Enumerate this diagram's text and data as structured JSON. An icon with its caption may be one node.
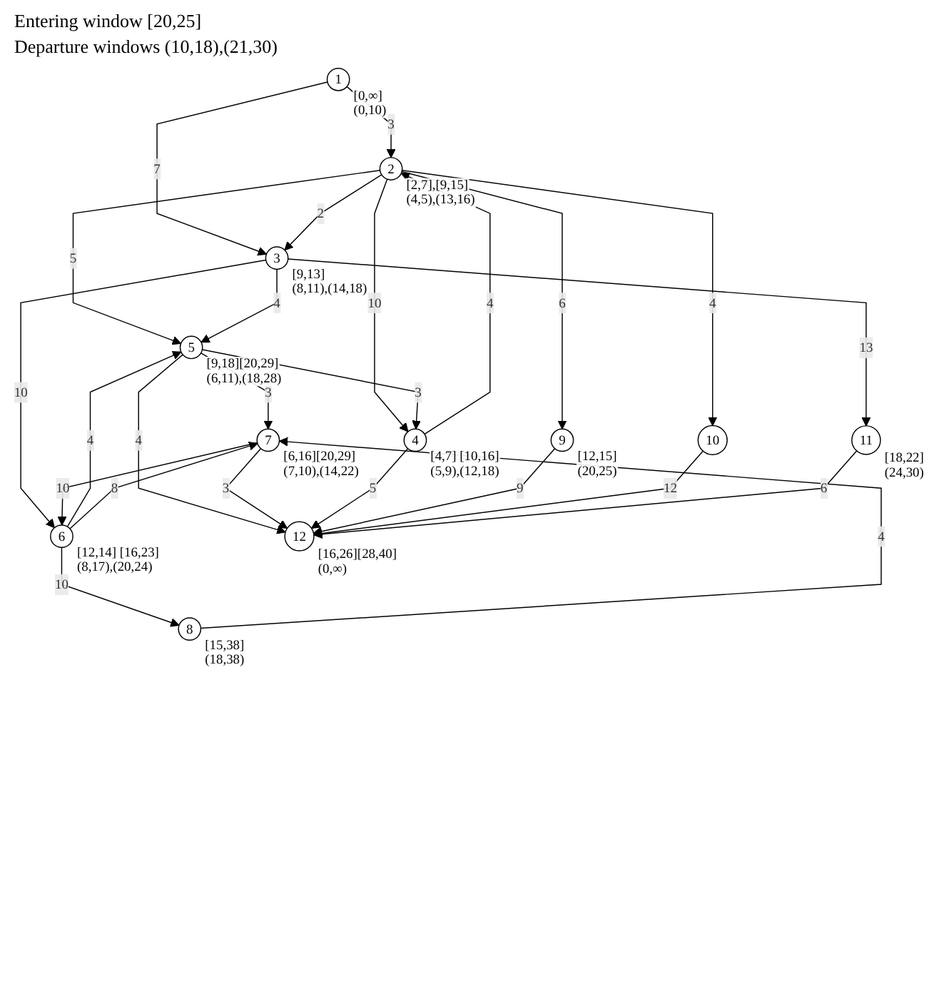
{
  "diagram": {
    "nodes": [
      {
        "text": [
          "1"
        ],
        "beside": [
          "[0,∞]",
          "(0,10)"
        ]
      },
      {
        "text": [
          "2"
        ],
        "beside": [
          "[2,7],[9,15]",
          "(4,5),(13,16)"
        ]
      },
      {
        "text": [
          "3"
        ],
        "beside": [
          "[9,13]",
          "(8,11),(14,18)"
        ]
      },
      {
        "text": [
          "4"
        ],
        "beside": [
          "[4,7] [10,16]",
          "(5,9),(12,18)"
        ]
      },
      {
        "text": [
          "5"
        ],
        "beside": [
          "[9,18][20,29]",
          "(6,11),(18,28)"
        ]
      },
      {
        "text": [
          "6"
        ],
        "beside": [
          "[12,14] [16,23]",
          "(8,17),(20,24)"
        ]
      },
      {
        "text": [
          "7"
        ],
        "beside": [
          "[6,16][20,29]",
          "(7,10),(14,22)"
        ]
      },
      {
        "text": [
          "8"
        ],
        "beside": [
          "[15,38]",
          "(18,38)"
        ]
      },
      {
        "text": [
          "9"
        ],
        "beside": [
          "[12,15]",
          "(20,25)"
        ]
      },
      {
        "text": [
          "10"
        ]
      },
      {
        "text": [
          "11"
        ],
        "beside": [
          "[18,22]",
          "(24,30)"
        ]
      },
      {
        "text": [
          "12"
        ],
        "beside": [
          "[16,26][28,40]",
          "(0,∞)"
        ]
      }
    ],
    "edges": [
      {
        "from": 0,
        "to": 1,
        "arrow": "to",
        "label": "3"
      },
      {
        "from": 0,
        "to": 2,
        "arrow": "to",
        "label": "7"
      },
      {
        "from": 1,
        "to": 9,
        "arrow": "to",
        "label": "4"
      },
      {
        "from": 1,
        "to": 8,
        "arrow": "to",
        "label": "6"
      },
      {
        "from": 1,
        "to": 3,
        "arrow": "to",
        "label": "10"
      },
      {
        "from": 3,
        "to": 1,
        "arrow": "to",
        "label": "4"
      },
      {
        "from": 1,
        "to": 4,
        "arrow": "to",
        "label": "5"
      },
      {
        "from": 1,
        "to": 2,
        "arrow": "to",
        "label": "2"
      },
      {
        "from": 2,
        "to": 4,
        "arrow": "to",
        "label": "4"
      },
      {
        "from": 2,
        "to": 5,
        "arrow": "to",
        "label": "10"
      },
      {
        "from": 2,
        "to": 10,
        "arrow": "to",
        "label": "13"
      },
      {
        "from": 4,
        "to": 3,
        "arrow": "to",
        "label": "3"
      },
      {
        "from": 4,
        "to": 11,
        "arrow": "to",
        "label": "4"
      },
      {
        "from": 4,
        "to": 6,
        "arrow": "to",
        "label": "3"
      },
      {
        "from": 5,
        "to": 4,
        "arrow": "to",
        "label": "4"
      },
      {
        "from": 5,
        "to": 6,
        "arrow": "to",
        "label": "8"
      },
      {
        "from": 6,
        "to": 5,
        "arrow": "to",
        "label": "10"
      },
      {
        "from": 5,
        "to": 7,
        "arrow": "to",
        "label": "10"
      },
      {
        "from": 7,
        "to": 6,
        "arrow": "to",
        "label": "4"
      },
      {
        "from": 6,
        "to": 11,
        "arrow": "to",
        "label": "3"
      },
      {
        "from": 3,
        "to": 11,
        "arrow": "to",
        "label": "5"
      },
      {
        "from": 8,
        "to": 11,
        "arrow": "to",
        "label": "9"
      },
      {
        "from": 9,
        "to": 11,
        "arrow": "to",
        "label": "12"
      },
      {
        "from": 10,
        "to": 11,
        "arrow": "to",
        "label": "6"
      }
    ],
    "labels": [
      "Entering window [20,25]",
      "Departure windows (10,18),(21,30)"
    ]
  }
}
